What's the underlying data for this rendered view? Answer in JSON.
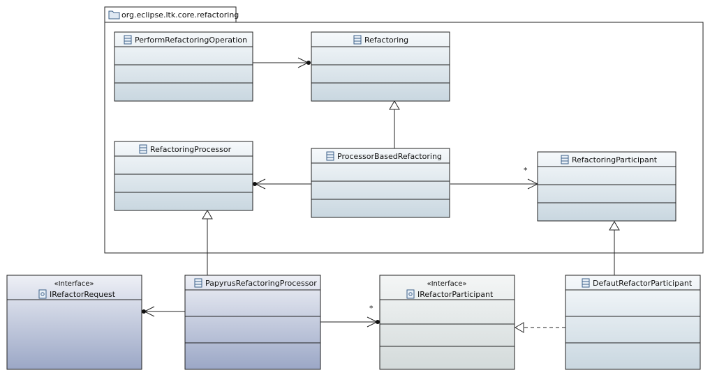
{
  "package": {
    "name": "org.eclipse.ltk.core.refactoring",
    "icon": "folder-icon"
  },
  "classes": [
    {
      "id": "perform",
      "name": "PerformRefactoringOperation",
      "stereotype": "",
      "icon": "class-icon"
    },
    {
      "id": "refactoring",
      "name": "Refactoring",
      "stereotype": "",
      "icon": "class-icon"
    },
    {
      "id": "processor",
      "name": "RefactoringProcessor",
      "stereotype": "",
      "icon": "class-icon"
    },
    {
      "id": "procbased",
      "name": "ProcessorBasedRefactoring",
      "stereotype": "",
      "icon": "class-icon"
    },
    {
      "id": "participant",
      "name": "RefactoringParticipant",
      "stereotype": "",
      "icon": "class-icon"
    },
    {
      "id": "irequest",
      "name": "IRefactorRequest",
      "stereotype": "«Interface»",
      "icon": "interface-icon"
    },
    {
      "id": "papyrus",
      "name": "PapyrusRefactoringProcessor",
      "stereotype": "",
      "icon": "class-icon"
    },
    {
      "id": "iparticipant",
      "name": "IRefactorParticipant",
      "stereotype": "«Interface»",
      "icon": "interface-icon"
    },
    {
      "id": "defaut",
      "name": "DefautRefactorParticipant",
      "stereotype": "",
      "icon": "class-icon"
    }
  ],
  "relations": [
    {
      "from": "perform",
      "to": "refactoring",
      "type": "association",
      "multiplicity": ""
    },
    {
      "from": "procbased",
      "to": "refactoring",
      "type": "generalization",
      "multiplicity": ""
    },
    {
      "from": "procbased",
      "to": "processor",
      "type": "association",
      "multiplicity": ""
    },
    {
      "from": "procbased",
      "to": "participant",
      "type": "association",
      "multiplicity": "*"
    },
    {
      "from": "papyrus",
      "to": "processor",
      "type": "generalization",
      "multiplicity": ""
    },
    {
      "from": "papyrus",
      "to": "irequest",
      "type": "association",
      "multiplicity": ""
    },
    {
      "from": "papyrus",
      "to": "iparticipant",
      "type": "association",
      "multiplicity": "*"
    },
    {
      "from": "defaut",
      "to": "participant",
      "type": "generalization",
      "multiplicity": ""
    },
    {
      "from": "defaut",
      "to": "iparticipant",
      "type": "realization",
      "multiplicity": ""
    }
  ]
}
